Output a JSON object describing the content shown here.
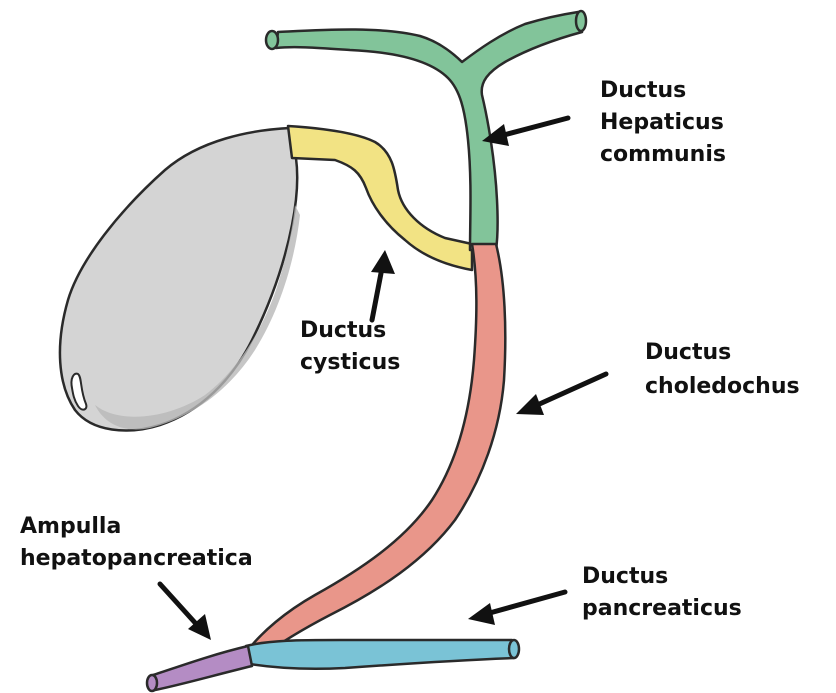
{
  "colors": {
    "gallbladder": "#d4d4d4",
    "gallbladder_shadow": "#b8b8b8",
    "cystic_duct": "#f2e384",
    "hepatic_duct": "#82c49a",
    "common_bile_duct": "#e9968a",
    "pancreatic_duct": "#7ac3d6",
    "ampulla": "#b48cc4",
    "outline": "#2a2a2a",
    "arrow": "#111111"
  },
  "labels": {
    "hepatic": [
      "Ductus",
      "Hepaticus",
      "communis"
    ],
    "cystic": [
      "Ductus",
      "cysticus"
    ],
    "choledochus": [
      "Ductus",
      "choledochus"
    ],
    "ampulla": [
      "Ampulla",
      "hepatopancreatica"
    ],
    "pancreatic": [
      "Ductus",
      "pancreaticus"
    ]
  },
  "icons": {
    "arrow": "arrow-icon"
  }
}
